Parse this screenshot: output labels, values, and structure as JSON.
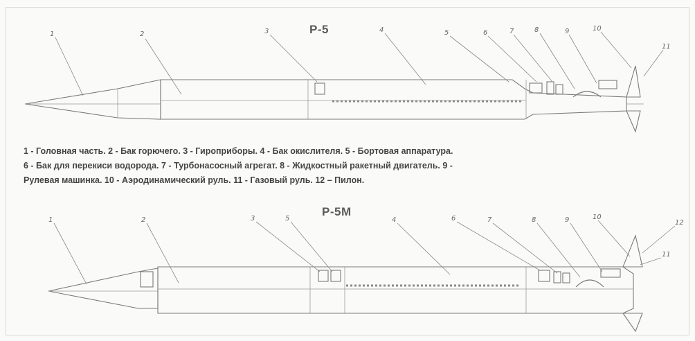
{
  "diagram": {
    "title_top": "Р-5",
    "title_bottom": "Р-5М",
    "legend_lines": [
      "1 - Головная часть. 2 - Бак горючего. 3 - Гироприборы. 4  - Бак окислителя.  5 - Бортовая аппаратура.",
      "6 - Бак для перекиси водорода. 7 - Турбонасосный агрегат.  8  - Жидкостный ракетный двигатель. 9 -",
      "Рулевая машинка. 10  - Аэродинамический руль. 11 - Газовый руль. 12 – Пилон."
    ],
    "callouts_top": [
      "1",
      "2",
      "3",
      "4",
      "5",
      "6",
      "7",
      "8",
      "9",
      "10",
      "11"
    ],
    "callouts_bottom": [
      "1",
      "2",
      "3",
      "5",
      "4",
      "6",
      "7",
      "8",
      "9",
      "10",
      "11",
      "12"
    ]
  }
}
